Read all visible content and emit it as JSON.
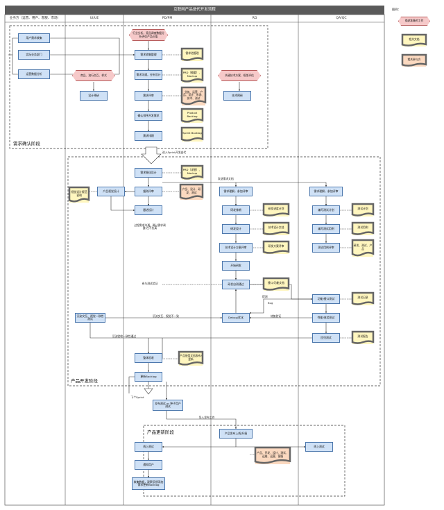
{
  "title": "互联网产品迭代开发流程",
  "lanes": {
    "business": "业务方（运营、用户、客服、市场）",
    "uiue": "UI/UE",
    "pd": "PD/PM",
    "rd": "RD",
    "qa": "QA/QC"
  },
  "legend": {
    "title": "图例：",
    "hex_label": "描述准备的工作",
    "doc_y_label": "相关文档",
    "doc_o_label": "相关参与方"
  },
  "phases": {
    "requirements": "需求确认阶段",
    "development": "产品开发阶段",
    "update": "产品更新阶段"
  },
  "biz": {
    "user_needs": "用户需求收集",
    "field_dept": "实际业务部门",
    "ops_analysis": "运营数据分析",
    "dev_test": "沉淀交互、视觉一致性测试"
  },
  "ui": {
    "hex_prep": "商品、流行交互、样式",
    "design_eval": "设计预研",
    "proto_design": "产品视觉设计",
    "doc_spec": "视觉设计规范说明"
  },
  "pd": {
    "hex_prep": "行业分析，竞品调查数据分析评估产品价值",
    "collect": "需求收集整理",
    "analyze": "需求沟通，分析设计",
    "review": "需求评审",
    "confirm": "确认排序开发需求",
    "sort": "需求排期",
    "doc_pool": "需求池管理",
    "doc_prd": "PRD（概要）、Mockup",
    "doc_parties": "业务、运营、产品、设计、市场、技术、测试",
    "doc_backlog": "Product Backlog",
    "doc_sprint": "Sprint Backlog",
    "sprint_note": "进入Sprint开发迭代",
    "plan_design": "需求细化设计",
    "draft_review": "细则评审",
    "follow_design": "跟进设计",
    "pd_note": "过程需求沟通，确认需求调整-在不失真",
    "doc_prd2": "PRD（详细）、Mockup",
    "doc_parties2": "产品、设计、研发、测试",
    "join_test": "参与测试验证",
    "note_adjust": "沉淀交互、视觉不一致",
    "note_collect": "沉淀验收一致性通过",
    "accept": "整体验收",
    "update_backlog": "更新Backlog",
    "next_sprint": "下个Sprint",
    "release": "发布测试 or 种子用户测试",
    "verify": "线上测试",
    "notify": "通知用户",
    "collect_feedback": "收集数据，观察反馈添加需求更新Backlog",
    "note_publish": "导入发布工作"
  },
  "rd": {
    "hex_prep": "关键技术方案、框架评估",
    "tech_eval": "技术预研",
    "doc_requirements": "发送需求文档",
    "understand": "需求理解，参加评审",
    "dev_plan": "研发排期",
    "arch_design": "研发设计",
    "tech_review": "技术设计方案评审",
    "start_dev": "开始研发",
    "self_test": "研发自测通过",
    "debug": "Debug/优化",
    "doc_plan": "研发进度计划",
    "doc_tech": "技术设计文档",
    "doc_review": "研发方案评审",
    "doc_api": "接口/功能文档",
    "note_submit": "提测",
    "note_bug": "Bug",
    "note_fix": "修复验证",
    "launch": "产品发布上线/升级",
    "doc_parties3": "产品、开发、设计、测试、运维、运营、客服"
  },
  "qa": {
    "understand": "需求理解，参加评审",
    "write_plan": "编写测试计划",
    "write_cases": "编写测试用例",
    "case_review": "测试用例评审",
    "func_test": "功能/接口测试",
    "perf_test": "性能/体验测试",
    "regression": "回归测试",
    "online_test": "线上测试",
    "doc_plan": "测试计划",
    "doc_cases": "测试用例",
    "doc_env": "研发、测试、产品",
    "doc_record": "测试记录",
    "doc_report": "测试报告"
  }
}
